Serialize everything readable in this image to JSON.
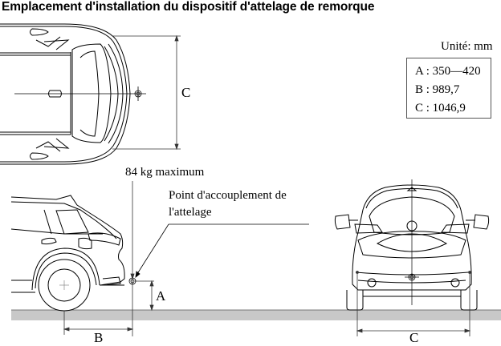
{
  "title": "Emplacement d'installation du dispositif d'attelage de remorque",
  "unit_label": "Unité: mm",
  "specs": [
    {
      "key": "A",
      "text": "A : 350—420"
    },
    {
      "key": "B",
      "text": "B : 989,7"
    },
    {
      "key": "C",
      "text": "C : 1046,9"
    }
  ],
  "labels": {
    "max_load": "84 kg maximum",
    "coupling_point_line1": "Point d'accouplement de",
    "coupling_point_line2": "l'attelage",
    "dim_a": "A",
    "dim_b": "B",
    "dim_c_top": "C",
    "dim_c_rear": "C"
  },
  "colors": {
    "line": "#000000",
    "ground": "#c8c8c8",
    "dim_line": "#333333"
  }
}
